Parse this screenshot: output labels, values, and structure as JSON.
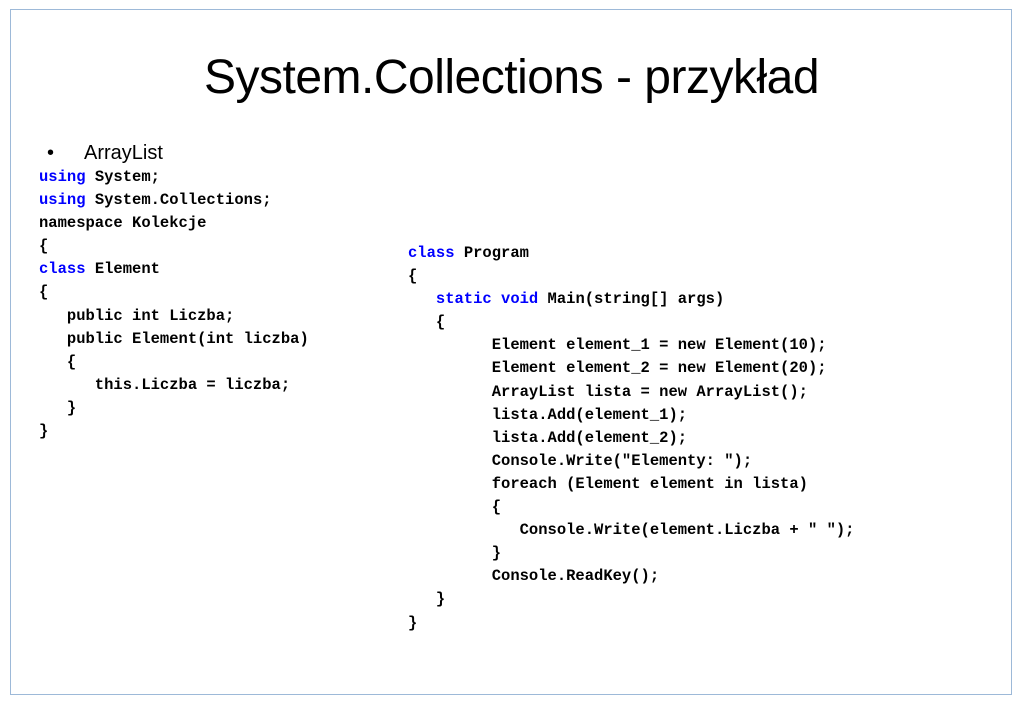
{
  "slide": {
    "title": "System.Collections - przykład",
    "bullet": {
      "marker": "•",
      "text": "ArrayList"
    },
    "colors": {
      "keyword": "#0000ff",
      "text": "#000000",
      "border": "#9db9d8"
    },
    "code_left": [
      {
        "kw": "using",
        "rest": " System;"
      },
      {
        "kw": "using",
        "rest": " System.Collections;"
      },
      {
        "kw": "",
        "rest": "namespace Kolekcje"
      },
      {
        "kw": "",
        "rest": "{"
      },
      {
        "kw": "class",
        "rest": " Element"
      },
      {
        "kw": "",
        "rest": "{"
      },
      {
        "kw": "",
        "rest": "   public int Liczba;"
      },
      {
        "kw": "",
        "rest": "   public Element(int liczba)"
      },
      {
        "kw": "",
        "rest": "   {"
      },
      {
        "kw": "",
        "rest": "      this.Liczba = liczba;"
      },
      {
        "kw": "",
        "rest": "   }"
      },
      {
        "kw": "",
        "rest": "}"
      }
    ],
    "code_right": [
      {
        "pre": "",
        "kw": "class",
        "rest": " Program"
      },
      {
        "pre": "",
        "kw": "",
        "rest": "{"
      },
      {
        "pre": "   ",
        "kw": "static void",
        "rest": " Main(string[] args)"
      },
      {
        "pre": "",
        "kw": "",
        "rest": "   {"
      },
      {
        "pre": "",
        "kw": "",
        "rest": "         Element element_1 = new Element(10);"
      },
      {
        "pre": "",
        "kw": "",
        "rest": "         Element element_2 = new Element(20);"
      },
      {
        "pre": "",
        "kw": "",
        "rest": "         ArrayList lista = new ArrayList();"
      },
      {
        "pre": "",
        "kw": "",
        "rest": "         lista.Add(element_1);"
      },
      {
        "pre": "",
        "kw": "",
        "rest": "         lista.Add(element_2);"
      },
      {
        "pre": "",
        "kw": "",
        "rest": "         Console.Write(\"Elementy: \");"
      },
      {
        "pre": "",
        "kw": "",
        "rest": "         foreach (Element element in lista)"
      },
      {
        "pre": "",
        "kw": "",
        "rest": "         {"
      },
      {
        "pre": "",
        "kw": "",
        "rest": "            Console.Write(element.Liczba + \" \");"
      },
      {
        "pre": "",
        "kw": "",
        "rest": "         }"
      },
      {
        "pre": "",
        "kw": "",
        "rest": "         Console.ReadKey();"
      },
      {
        "pre": "",
        "kw": "",
        "rest": "   }"
      },
      {
        "pre": "",
        "kw": "",
        "rest": "}"
      }
    ]
  }
}
